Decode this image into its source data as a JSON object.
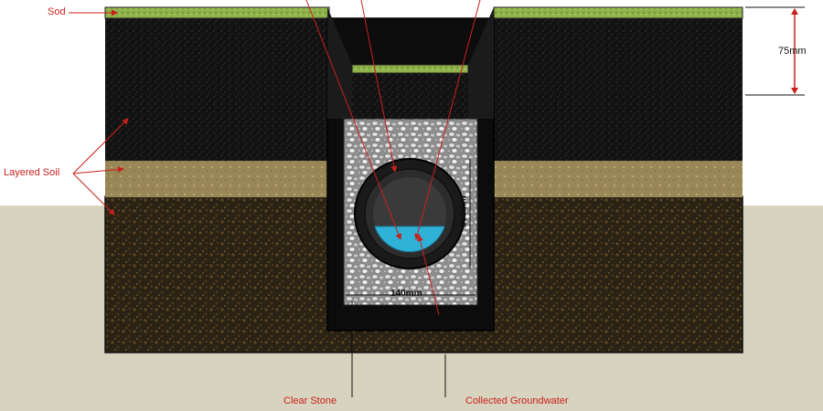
{
  "labels": {
    "sod": "Sod",
    "layered_soil": "Layered Soil",
    "clear_stone": "Clear Stone",
    "collected_groundwater": "Collected Groundwater"
  },
  "dimensions": {
    "depth": "75mm",
    "pipe_height": "200mm",
    "trench_width": "140mm"
  },
  "colors": {
    "label": "#c8211c",
    "water": "#2fb2d8",
    "sod": "#8fb24a"
  }
}
